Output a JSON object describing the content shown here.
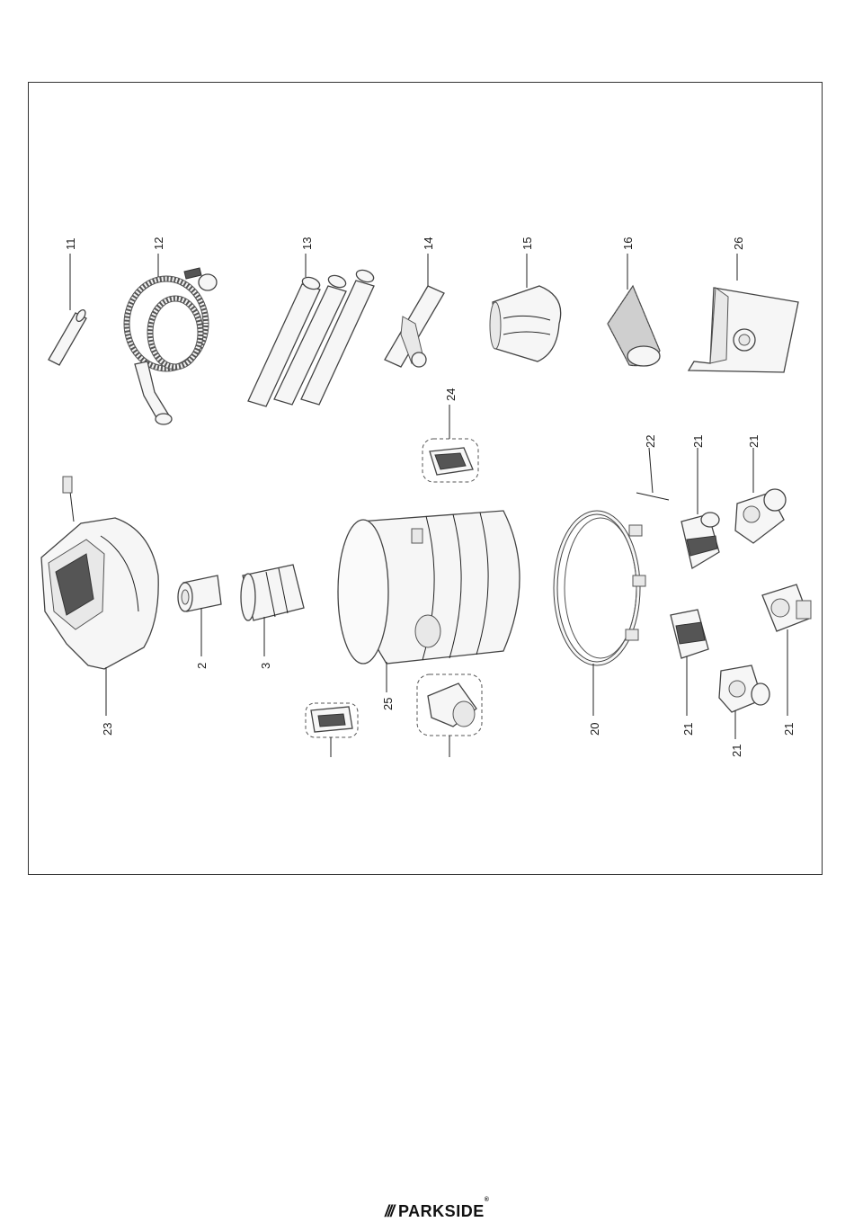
{
  "labels": {
    "p11": "11",
    "p12": "12",
    "p13": "13",
    "p14": "14",
    "p15": "15",
    "p16": "16",
    "p26": "26",
    "p24": "24",
    "p22": "22",
    "p21a": "21",
    "p21b": "21",
    "p23": "23",
    "p2": "2",
    "p3": "3",
    "p25": "25",
    "p20": "20",
    "p21c": "21",
    "p21d": "21",
    "p21e": "21"
  },
  "brand": {
    "slashes": "///",
    "name": "PARKSIDE",
    "registered": "®"
  }
}
